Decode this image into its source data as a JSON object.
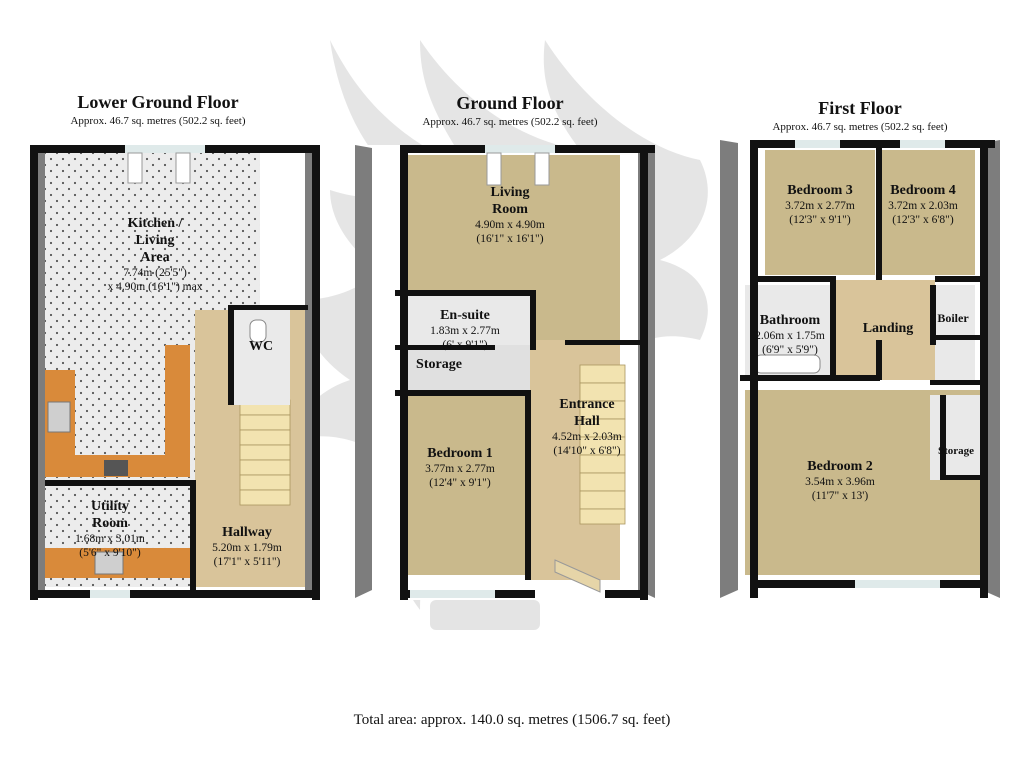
{
  "floors": [
    {
      "name": "Lower Ground Floor",
      "area": "Approx. 46.7 sq. metres (502.2 sq. feet)",
      "rooms": [
        {
          "name_lines": [
            "Kitchen /",
            "Living",
            "Area"
          ],
          "dim_lines": [
            "7.74m (25'5\")",
            "x 4.90m (16'1\") max"
          ]
        },
        {
          "name_lines": [
            "WC"
          ],
          "dim_lines": []
        },
        {
          "name_lines": [
            "Utility",
            "Room"
          ],
          "dim_lines": [
            "1.68m x 3.01m",
            "(5'6\" x 9'10\")"
          ]
        },
        {
          "name_lines": [
            "Hallway"
          ],
          "dim_lines": [
            "5.20m x 1.79m",
            "(17'1\" x 5'11\")"
          ]
        }
      ]
    },
    {
      "name": "Ground Floor",
      "area": "Approx. 46.7 sq. metres (502.2 sq. feet)",
      "rooms": [
        {
          "name_lines": [
            "Living",
            "Room"
          ],
          "dim_lines": [
            "4.90m x 4.90m",
            "(16'1\" x 16'1\")"
          ]
        },
        {
          "name_lines": [
            "En-suite"
          ],
          "dim_lines": [
            "1.83m x 2.77m",
            "(6' x 9'1\")"
          ]
        },
        {
          "name_lines": [
            "Storage"
          ],
          "dim_lines": []
        },
        {
          "name_lines": [
            "Entrance",
            "Hall"
          ],
          "dim_lines": [
            "4.52m x 2.03m",
            "(14'10\" x 6'8\")"
          ]
        },
        {
          "name_lines": [
            "Bedroom 1"
          ],
          "dim_lines": [
            "3.77m x 2.77m",
            "(12'4\" x 9'1\")"
          ]
        }
      ]
    },
    {
      "name": "First Floor",
      "area": "Approx. 46.7 sq. metres (502.2 sq. feet)",
      "rooms": [
        {
          "name_lines": [
            "Bedroom 3"
          ],
          "dim_lines": [
            "3.72m x 2.77m",
            "(12'3\" x 9'1\")"
          ]
        },
        {
          "name_lines": [
            "Bedroom 4"
          ],
          "dim_lines": [
            "3.72m x 2.03m",
            "(12'3\" x 6'8\")"
          ]
        },
        {
          "name_lines": [
            "Bathroom"
          ],
          "dim_lines": [
            "2.06m x 1.75m",
            "(6'9\" x 5'9\")"
          ]
        },
        {
          "name_lines": [
            "Landing"
          ],
          "dim_lines": []
        },
        {
          "name_lines": [
            "Boiler"
          ],
          "dim_lines": []
        },
        {
          "name_lines": [
            "Storage"
          ],
          "dim_lines": []
        },
        {
          "name_lines": [
            "Bedroom 2"
          ],
          "dim_lines": [
            "3.54m x 3.96m",
            "(11'7\" x 13')"
          ]
        }
      ]
    }
  ],
  "total_area": "Total area: approx. 140.0 sq. metres (1506.7 sq. feet)",
  "colors": {
    "wall": "#111111",
    "carpet": "#c9b98c",
    "tile": "#e9e9e9",
    "wood": "#d9c49a",
    "worktop": "#d98a3a",
    "watermark": "#d7d7d7",
    "window": "#dfeaea"
  }
}
